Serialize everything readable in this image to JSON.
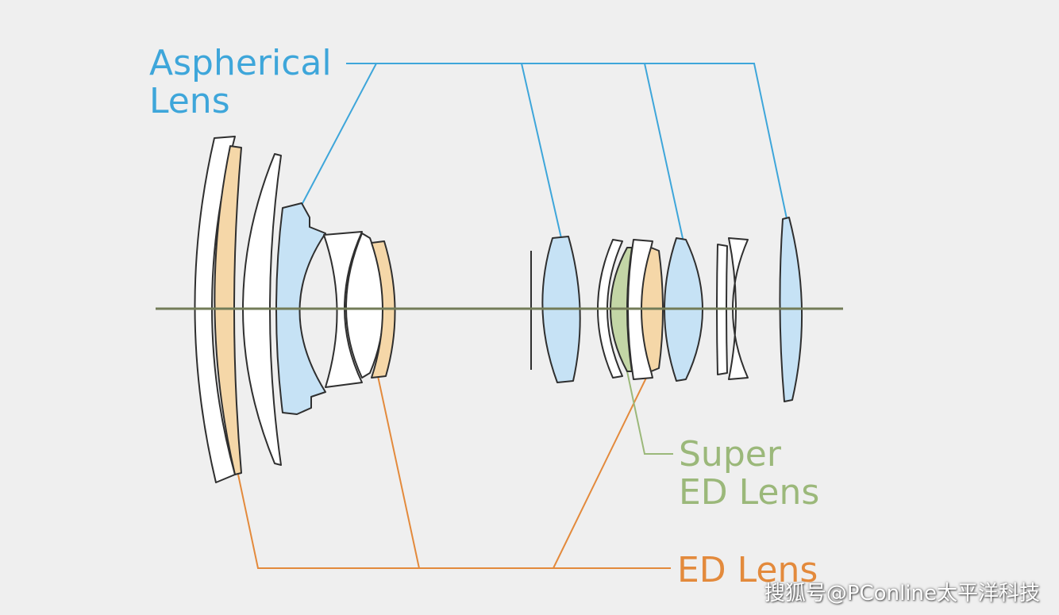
{
  "labels": {
    "aspherical": {
      "line1": "Aspherical",
      "line2": "Lens"
    },
    "super_ed": {
      "line1": "Super",
      "line2": "ED Lens"
    },
    "ed": {
      "text": "ED Lens"
    }
  },
  "watermark": "搜狐号@PConline太平洋科技",
  "colors": {
    "background": "#efefef",
    "aspherical": "#3ea6da",
    "aspherical_fill": "#c6e2f5",
    "ed": "#e38a3c",
    "ed_fill": "#f5d7a8",
    "super_ed": "#9bb87a",
    "super_ed_fill": "#c3d6a6",
    "optical_axis": "#737c58",
    "lens_outline": "#2f2f2f",
    "plain_fill": "#ffffff"
  }
}
